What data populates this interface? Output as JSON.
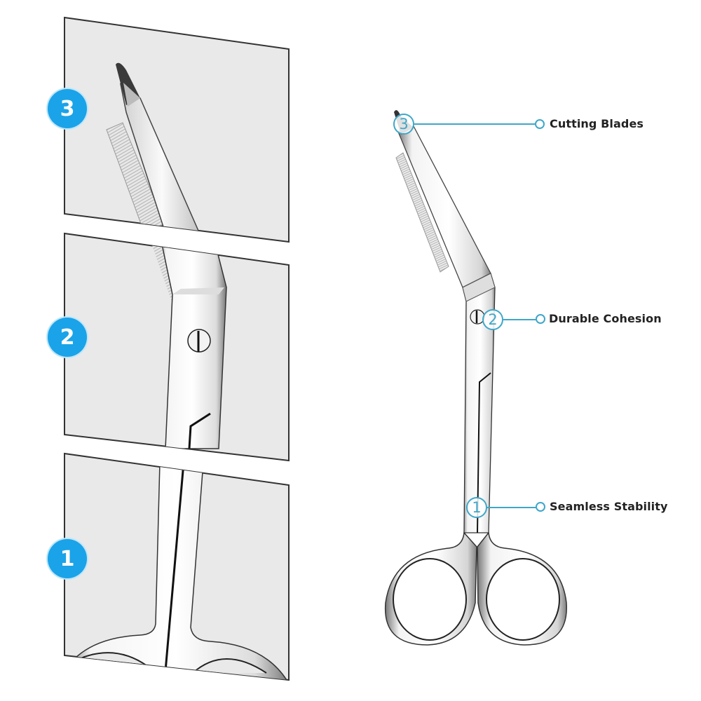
{
  "theme": {
    "accent": "#1aa3e8",
    "callout_color": "#3fa7c9",
    "panel_bg": "#e9e9e9",
    "panel_border": "#333333",
    "label_color": "#222222"
  },
  "detail_panels": [
    {
      "badge": "3",
      "icon": "blade-tip-closeup"
    },
    {
      "badge": "2",
      "icon": "pivot-screw-closeup"
    },
    {
      "badge": "1",
      "icon": "handle-shank-closeup"
    }
  ],
  "callouts": [
    {
      "number": "3",
      "label": "Cutting Blades"
    },
    {
      "number": "2",
      "label": "Durable Cohesion"
    },
    {
      "number": "1",
      "label": "Seamless Stability"
    }
  ],
  "product": {
    "icon": "bandage-scissors-icon"
  }
}
